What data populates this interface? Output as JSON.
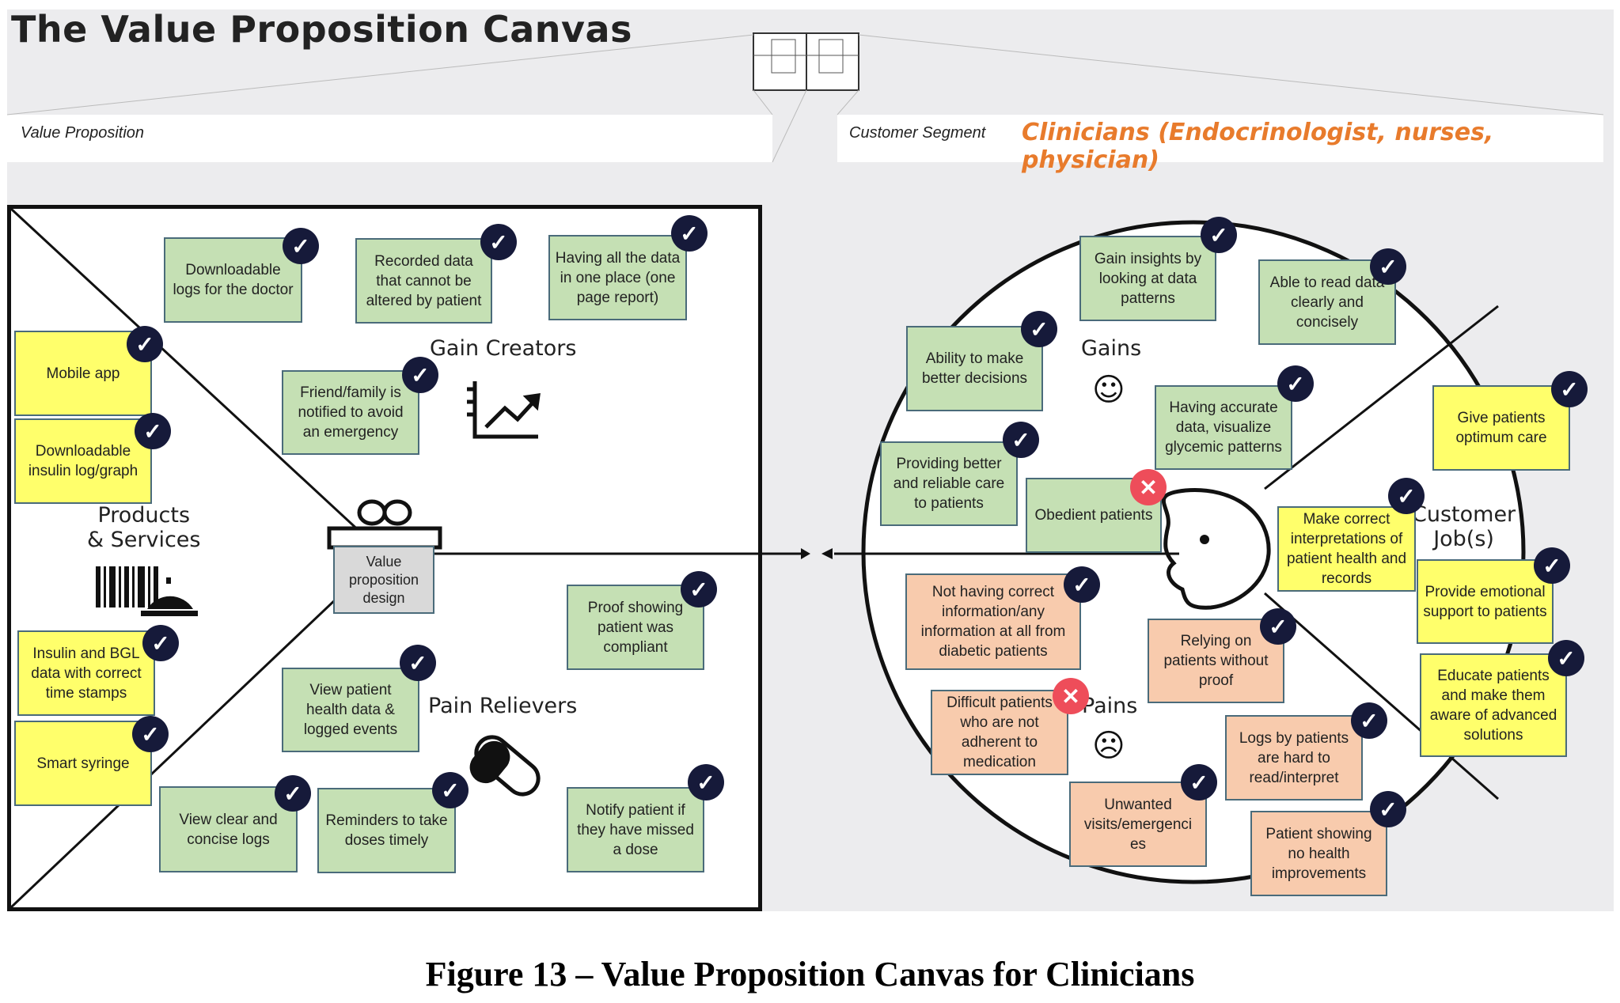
{
  "title": "The Value Proposition Canvas",
  "header": {
    "value_proposition_label": "Value Proposition",
    "customer_segment_label": "Customer Segment",
    "customer_segment_value": "Clinicians (Endocrinologist, nurses, physician)"
  },
  "sections": {
    "gain_creators": "Gain Creators",
    "pain_relievers": "Pain Relievers",
    "products_services": "Products\n& Services",
    "gains": "Gains",
    "pains": "Pains",
    "customer_jobs": "Customer\nJob(s)",
    "value_proposition_design": "Value proposition design"
  },
  "notes": {
    "downloadable_logs_doctor": "Downloadable logs for the doctor",
    "recorded_data": "Recorded data that cannot be altered by patient",
    "all_data_one_place": "Having all the data in one place (one page report)",
    "friend_family": "Friend/family is notified to avoid an emergency",
    "mobile_app": "Mobile app",
    "downloadable_insulin": "Downloadable insulin log/graph",
    "insulin_bgl": "Insulin and BGL data with correct time stamps",
    "smart_syringe": "Smart syringe",
    "proof_compliant": "Proof showing patient was compliant",
    "view_patient_data": "View patient health data & logged events",
    "view_clear_logs": "View clear and concise logs",
    "reminders": "Reminders to take doses timely",
    "notify_missed": "Notify patient if they have missed a dose",
    "gain_insights": "Gain insights by looking at data patterns",
    "able_to_read": "Able to read data clearly and concisely",
    "better_decisions": "Ability to make better decisions",
    "accurate_data": "Having accurate data, visualize glycemic patterns",
    "better_care": "Providing better and reliable care to patients",
    "obedient": "Obedient patients",
    "optimum_care": "Give patients optimum care",
    "correct_interpretations": "Make correct interpretations of patient health and records",
    "emotional_support": "Provide emotional support to patients",
    "educate_patients": "Educate patients and make them aware of advanced solutions",
    "not_correct_info": "Not having correct information/any information at all from diabetic patients",
    "relying_without_proof": "Relying on patients without proof",
    "difficult_patients": "Difficult patients who are not adherent to medication",
    "logs_hard": "Logs by patients are hard to read/interpret",
    "unwanted_visits": "Unwanted visits/emergenci es",
    "no_improvements": "Patient showing no health improvements"
  },
  "badge_glyphs": {
    "check": "✓",
    "cross": "✕"
  },
  "faces": {
    "gains": "☺",
    "pains": "☹"
  },
  "colors": {
    "green_note": "#c5e0b4",
    "yellow_note": "#ffff6b",
    "orange_note": "#f8cbad",
    "check_badge": "#161a3a",
    "cross_badge": "#ee4d5a",
    "segment_text": "#e87b2c"
  },
  "icons": [
    "chart-trend-icon",
    "pill-icon",
    "gift-icon",
    "barcode-icon",
    "service-bell-icon",
    "face-profile-icon",
    "canvas-thumbnail-icon"
  ],
  "caption": "Figure 13 – Value Proposition Canvas for Clinicians"
}
